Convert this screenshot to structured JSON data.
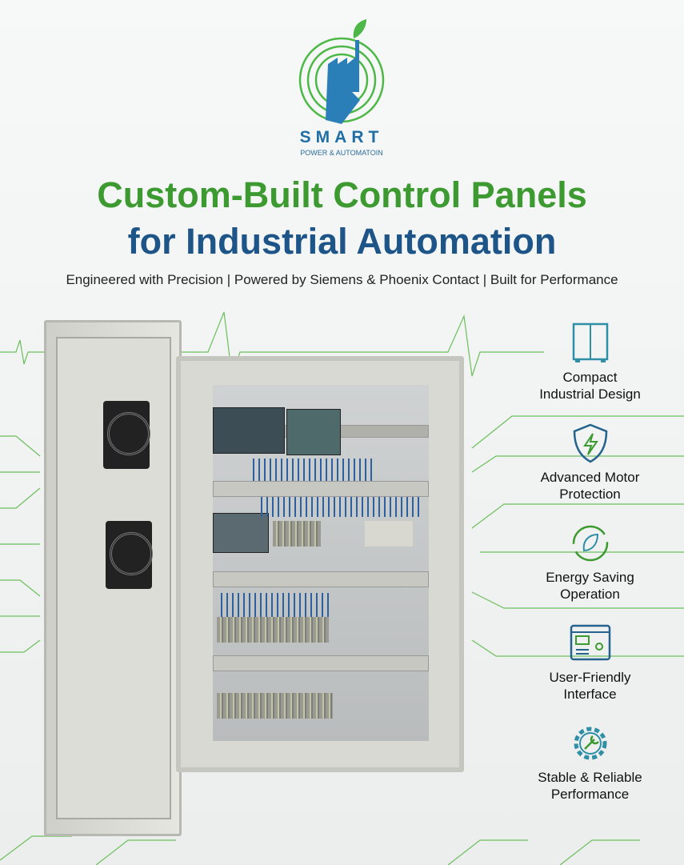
{
  "logo": {
    "brand": "SMART",
    "subtitle": "POWER & AUTOMATOIN"
  },
  "headline": {
    "line1": "Custom-Built Control Panels",
    "line2": "for Industrial Automation"
  },
  "tagline": "Engineered with Precision | Powered by Siemens & Phoenix Contact | Built for Performance",
  "features": [
    {
      "icon": "cabinet-icon",
      "line1": "Compact",
      "line2": "Industrial Design"
    },
    {
      "icon": "shield-bolt-icon",
      "line1": "Advanced Motor",
      "line2": "Protection"
    },
    {
      "icon": "leaf-cycle-icon",
      "line1": "Energy Saving",
      "line2": "Operation"
    },
    {
      "icon": "interface-panel-icon",
      "line1": "User-Friendly",
      "line2": "Interface"
    },
    {
      "icon": "gear-wrench-icon",
      "line1": "Stable & Reliable",
      "line2": "Performance"
    }
  ],
  "colors": {
    "green": "#3c9a31",
    "blue": "#1d5588"
  }
}
